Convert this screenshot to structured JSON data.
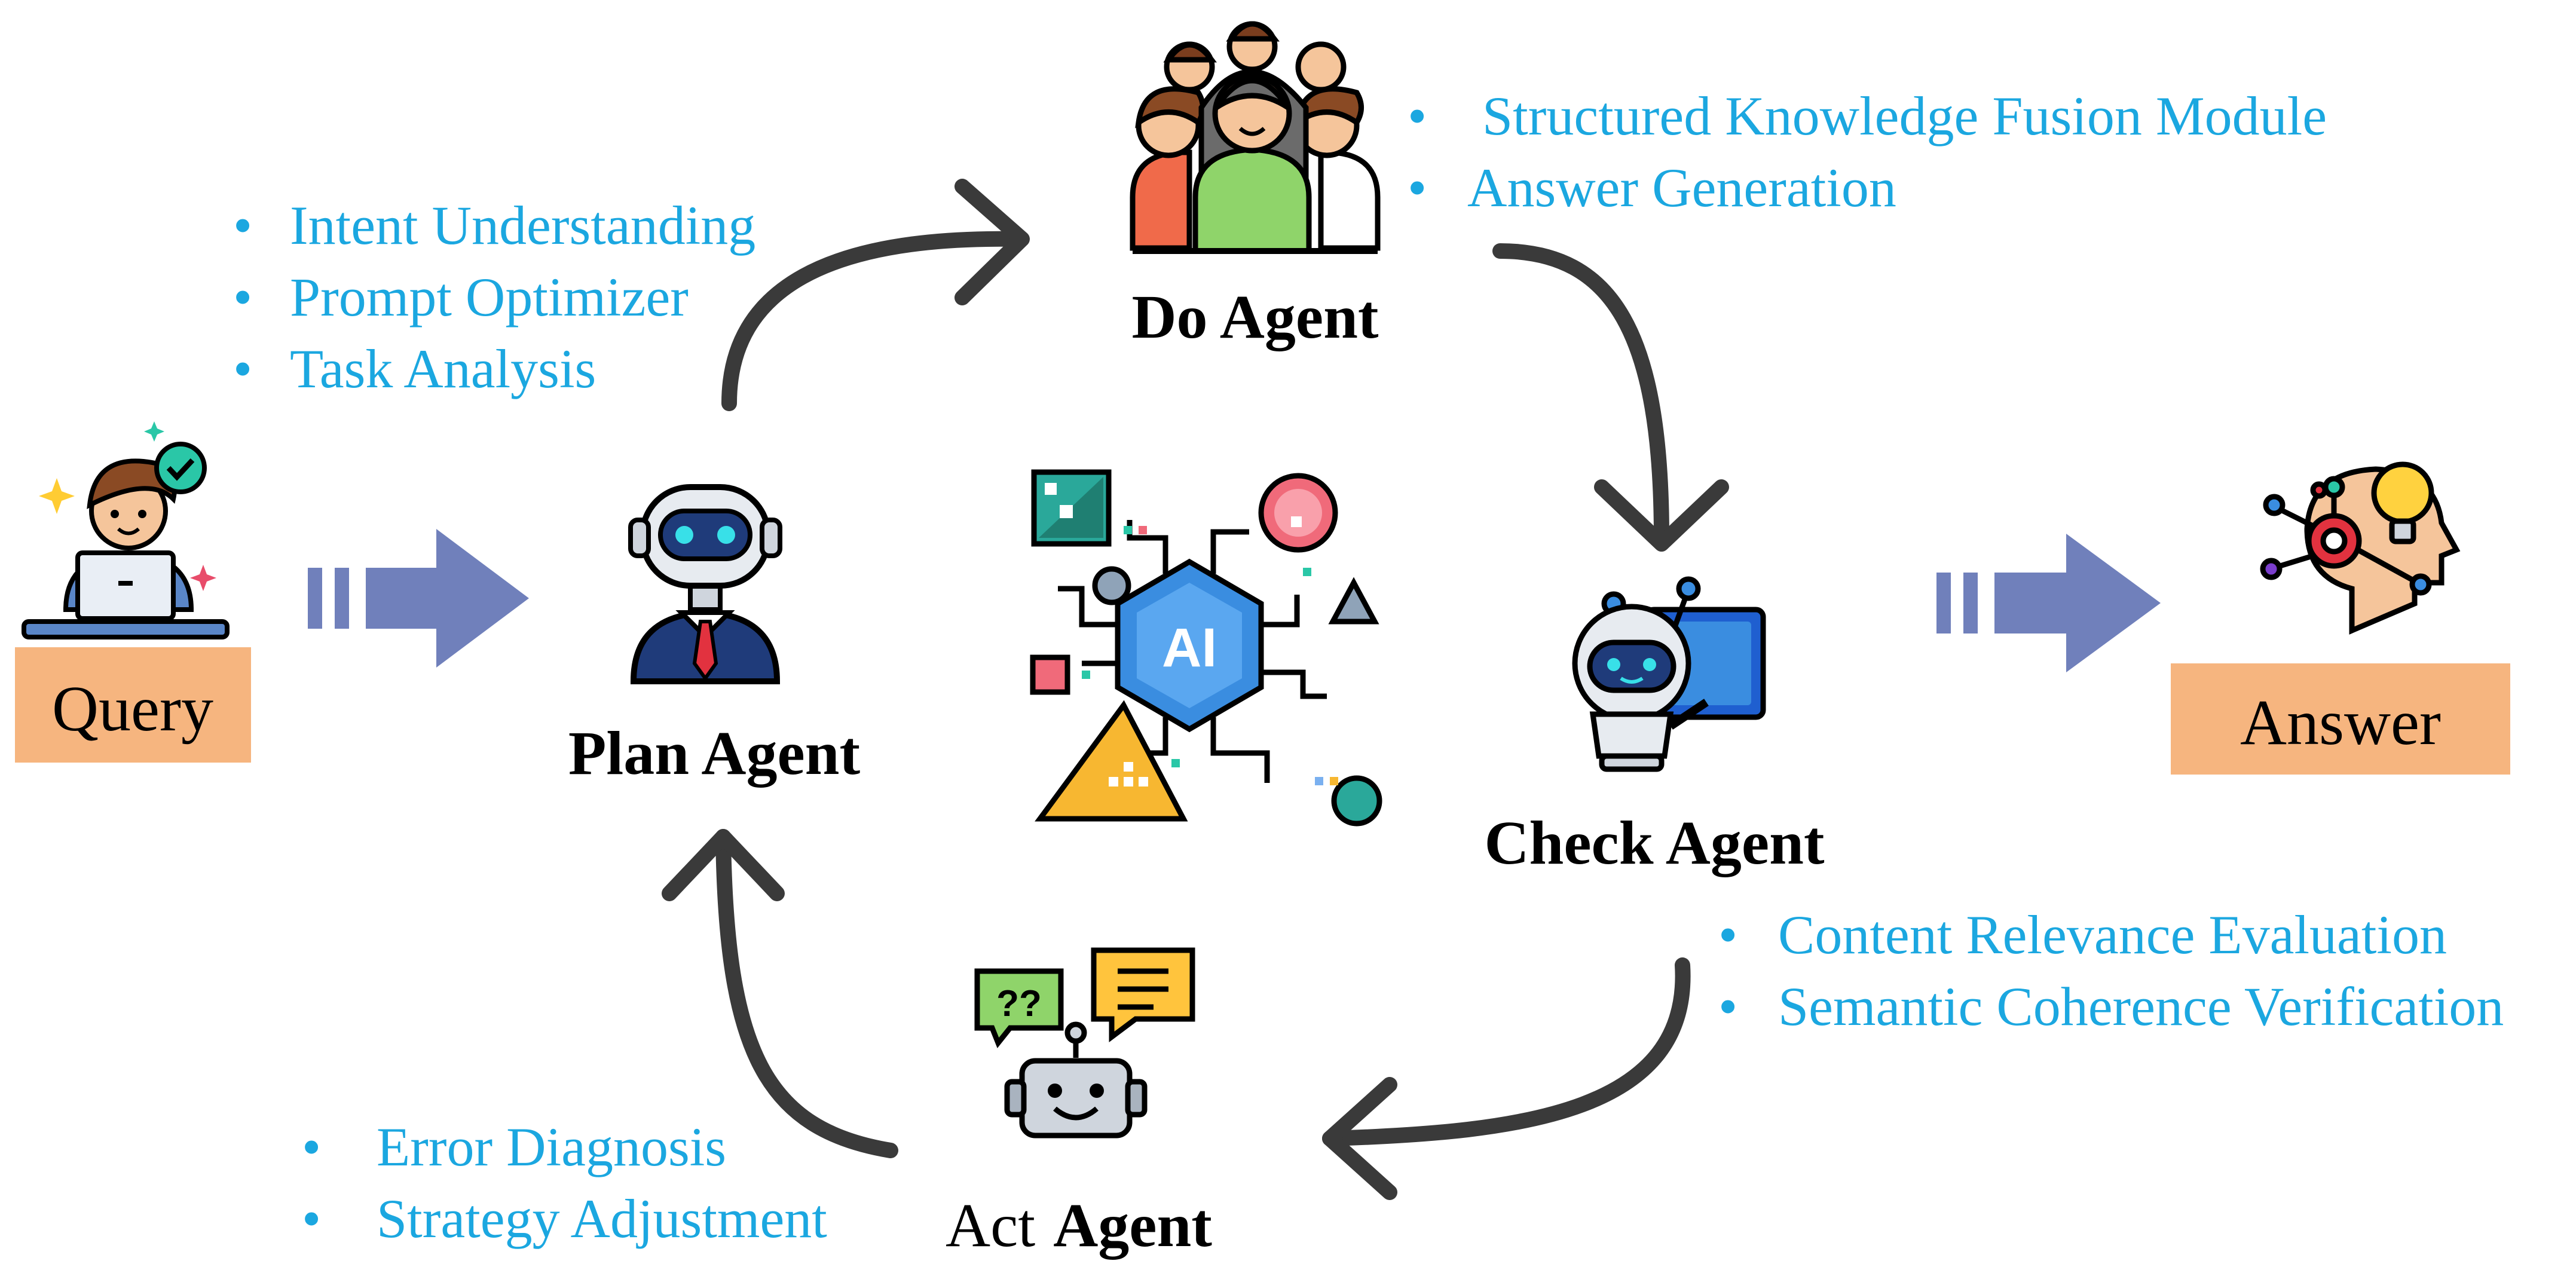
{
  "query_label": "Query",
  "answer_label": "Answer",
  "agents": {
    "plan": {
      "title": "Plan Agent",
      "items": [
        "Intent Understanding",
        "Prompt Optimizer",
        "Task Analysis"
      ]
    },
    "do": {
      "title": "Do Agent",
      "items": [
        "Structured Knowledge Fusion Module",
        "Answer Generation"
      ]
    },
    "check": {
      "title": "Check Agent",
      "items": [
        "Content Relevance Evaluation",
        "Semantic Coherence Verification"
      ]
    },
    "act": {
      "title_part1": "Act",
      "title_part2": "Agent",
      "items": [
        "Error Diagnosis",
        "Strategy Adjustment"
      ]
    }
  },
  "bullet_char": "•",
  "center_badge": "AI",
  "icons": {
    "query": "user-laptop-icon",
    "plan": "robot-suit-icon",
    "do": "people-group-icon",
    "center": "ai-chip-network-icon",
    "check": "robot-screen-icon",
    "act": "robot-chat-icon",
    "answer": "head-gear-lightbulb-icon"
  },
  "colors": {
    "bullet_text": "#1ba7e0",
    "box_fill": "#f6b57f",
    "flow_arrow": "#7080bb",
    "cycle_arrow": "#3a3a3a"
  }
}
